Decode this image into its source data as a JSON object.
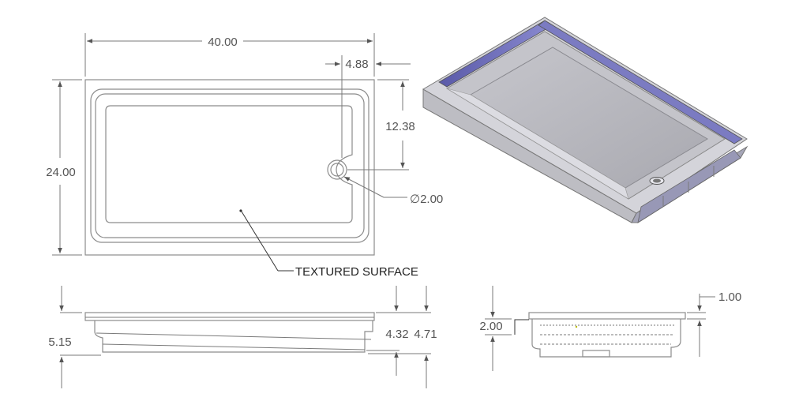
{
  "dimensions": {
    "overall_width": "40.00",
    "drain_offset_x": "4.88",
    "drain_offset_y": "12.38",
    "overall_depth": "24.00",
    "drain_diameter": "∅2.00",
    "height_front": "5.15",
    "height_mid": "4.32",
    "height_rear": "4.71",
    "rim_height": "1.00",
    "side_height": "2.00"
  },
  "annotations": {
    "surface_note": "TEXTURED SURFACE"
  },
  "colors": {
    "iso_rim": "#6a6ab0",
    "iso_body": "#c9c9cf",
    "iso_floor": "#b8b8be",
    "line": "#8c8c8c"
  }
}
